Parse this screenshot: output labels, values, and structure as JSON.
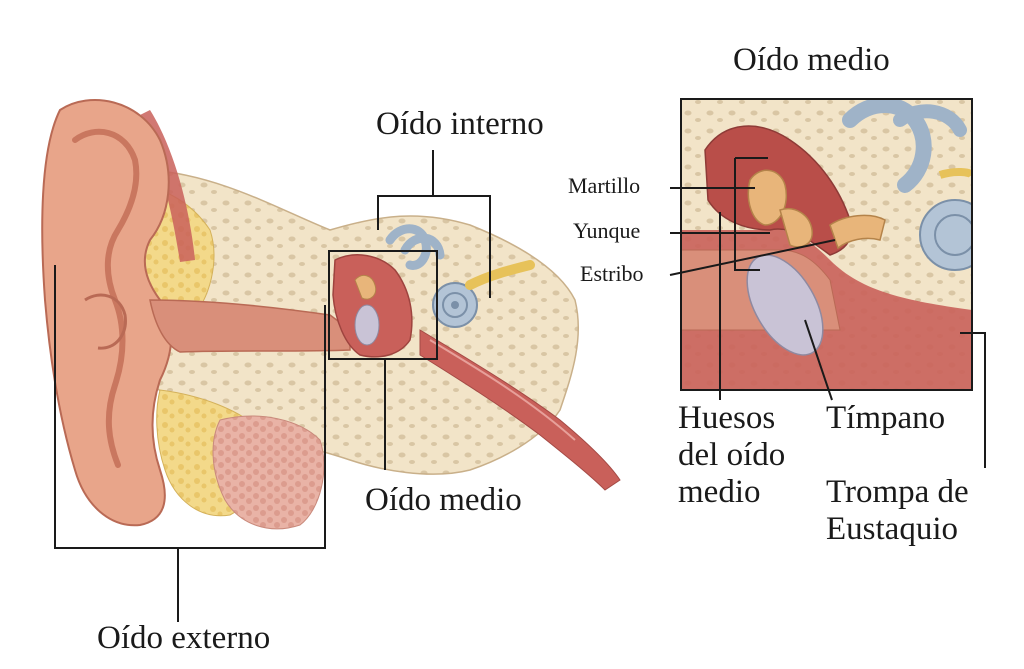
{
  "labels": {
    "outer_ear": "Oído externo",
    "inner_ear": "Oído interno",
    "middle_ear": "Oído medio",
    "inset_title": "Oído medio",
    "hammer": "Martillo",
    "anvil": "Yunque",
    "stirrup": "Estribo",
    "ossicles": "Huesos del oído medio",
    "eardrum": "Tímpano",
    "eustachian_tube": "Trompa de Eustaquio"
  },
  "colors": {
    "skin": "#e8a58a",
    "skin_dark": "#c9775f",
    "bone": "#f2e4c8",
    "bone_pore": "#d6c3a2",
    "fat": "#f3d98a",
    "muscle": "#c9605a",
    "canal": "#d98f7a",
    "cochlea": "#9fb3c8",
    "nerve": "#e7c25a",
    "ossicle": "#e8b57a",
    "eardrum": "#c9c3d6",
    "line": "#1a1a1a"
  }
}
